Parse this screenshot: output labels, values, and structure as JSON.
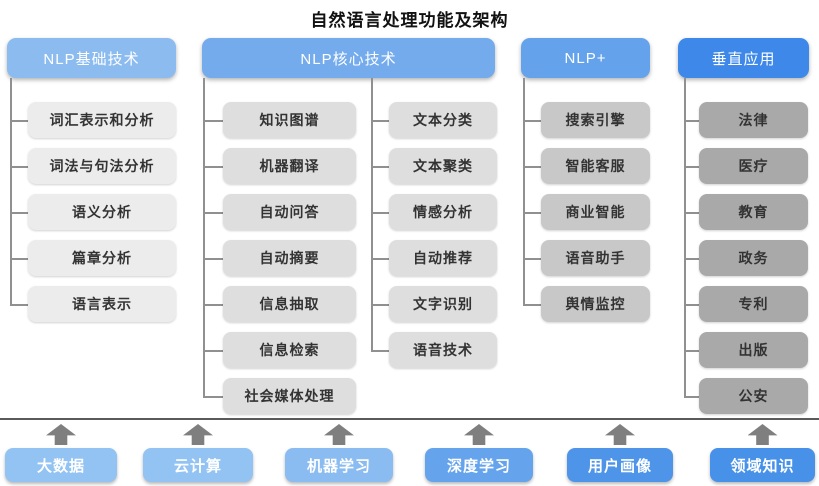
{
  "title": "自然语言处理功能及架构",
  "columns": [
    {
      "header": "NLP基础技术",
      "groups": [
        [
          "词汇表示和分析",
          "词法与句法分析",
          "语义分析",
          "篇章分析",
          "语言表示"
        ]
      ]
    },
    {
      "header": "NLP核心技术",
      "groups": [
        [
          "知识图谱",
          "机器翻译",
          "自动问答",
          "自动摘要",
          "信息抽取",
          "信息检索",
          "社会媒体处理"
        ],
        [
          "文本分类",
          "文本聚类",
          "情感分析",
          "自动推荐",
          "文字识别",
          "语音技术"
        ]
      ]
    },
    {
      "header": "NLP+",
      "groups": [
        [
          "搜索引擎",
          "智能客服",
          "商业智能",
          "语音助手",
          "舆情监控"
        ]
      ]
    },
    {
      "header": "垂直应用",
      "groups": [
        [
          "法律",
          "医疗",
          "教育",
          "政务",
          "专利",
          "出版",
          "公安"
        ]
      ]
    }
  ],
  "foundation": {
    "items": [
      "大数据",
      "云计算",
      "机器学习",
      "深度学习",
      "用户画像",
      "领域知识"
    ]
  },
  "colors": {
    "header_fills": [
      "#8cbbf0",
      "#74abed",
      "#64a3eb",
      "#3d88e8"
    ],
    "item_fills": [
      "#ececec",
      "#dedede",
      "#c8c8c8",
      "#a9a9a9"
    ],
    "foundation_fills": [
      "#93c3f3",
      "#93c3f3",
      "#8abbf1",
      "#65a4ec",
      "#4e95ea",
      "#4791e9"
    ],
    "connector": "#909090",
    "separator": "#5a5a5a",
    "arrow": "#7f7f7f",
    "item_text": "#333333",
    "header_text": "#ffffff"
  }
}
